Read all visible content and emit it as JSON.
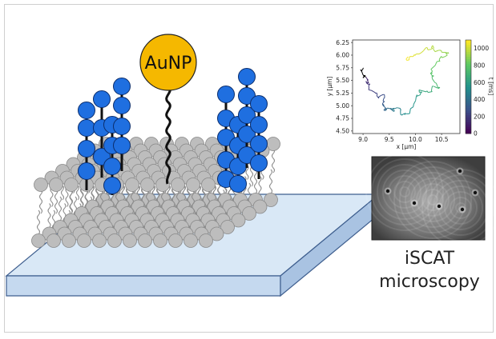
{
  "particle_label": "AuNP",
  "plot": {
    "ylabel": "y [μm]",
    "xlabel": "x [μm]",
    "colorbar_label": "t [ms]",
    "x_ticks": [
      "9.0",
      "9.5",
      "10.0",
      "10.5"
    ],
    "y_ticks": [
      "6.25",
      "6.00",
      "5.75",
      "5.50",
      "5.25",
      "5.00",
      "4.75",
      "4.50"
    ],
    "cbar_ticks": [
      "1000",
      "800",
      "600",
      "400",
      "200",
      "0"
    ]
  },
  "microscopy_label_line1": "iSCAT",
  "microscopy_label_line2": "microscopy",
  "colors": {
    "particle": "#f5b800",
    "glycolipid_head": "#1f6fe0",
    "lipid_head": "#bdbdbd",
    "substrate": "#cfe1f3"
  }
}
